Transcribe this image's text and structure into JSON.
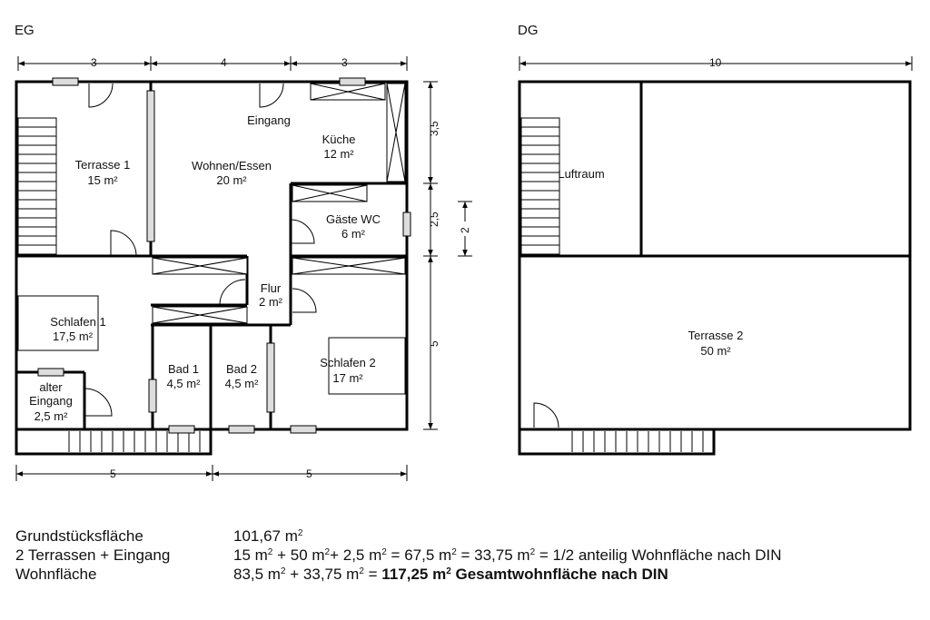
{
  "eg": {
    "title": "EG",
    "dims": {
      "top1": "3",
      "top2": "4",
      "top3": "3",
      "bottom1": "5",
      "bottom2": "5",
      "right1": "3,5",
      "right2": "2,5",
      "right3": "5",
      "right_inner": "2"
    },
    "rooms": {
      "terrasse1": {
        "name": "Terrasse 1",
        "area": "15 m²"
      },
      "wohnen": {
        "name": "Wohnen/Essen",
        "area": "20 m²"
      },
      "eingang": {
        "name": "Eingang"
      },
      "kueche": {
        "name": "Küche",
        "area": "12 m²"
      },
      "gaeste_wc": {
        "name": "Gäste WC",
        "area": "6 m²"
      },
      "flur": {
        "name": "Flur",
        "area": "2 m²"
      },
      "schlafen1": {
        "name": "Schlafen 1",
        "area": "17,5 m²"
      },
      "schlafen2": {
        "name": "Schlafen 2",
        "area": "17 m²"
      },
      "bad1": {
        "name": "Bad 1",
        "area": "4,5 m²"
      },
      "bad2": {
        "name": "Bad 2",
        "area": "4,5 m²"
      },
      "alter_eingang": {
        "name1": "alter",
        "name2": "Eingang",
        "area": "2,5 m²"
      }
    }
  },
  "dg": {
    "title": "DG",
    "dims": {
      "top": "10"
    },
    "rooms": {
      "luftraum": {
        "name": "Luftraum"
      },
      "terrasse2": {
        "name": "Terrasse 2",
        "area": "50 m²"
      }
    }
  },
  "summary": {
    "row1": {
      "label": "Grundstücksfläche",
      "value_num": "101,67 m",
      "value_sup": "2"
    },
    "row2": {
      "label": "2 Terrassen + Eingang",
      "p1": "15 m",
      "s1": "2",
      "p2": " + 50 m",
      "s2": "2",
      "p3": "+ 2,5 m",
      "s3": "2",
      "p4": " = 67,5 m",
      "s4": "2",
      "p5": " = 33,75 m",
      "s5": "2",
      "p6": " = 1/2 anteilig Wohnfläche nach DIN"
    },
    "row3": {
      "label": "Wohnfläche",
      "p1": "83,5 m",
      "s1": "2",
      "p2": " + 33,75 m",
      "s2": "2",
      "p3": " = ",
      "b1": "117,25 m",
      "bs1": "2",
      "b2": " Gesamtwohnfläche nach DIN"
    }
  }
}
